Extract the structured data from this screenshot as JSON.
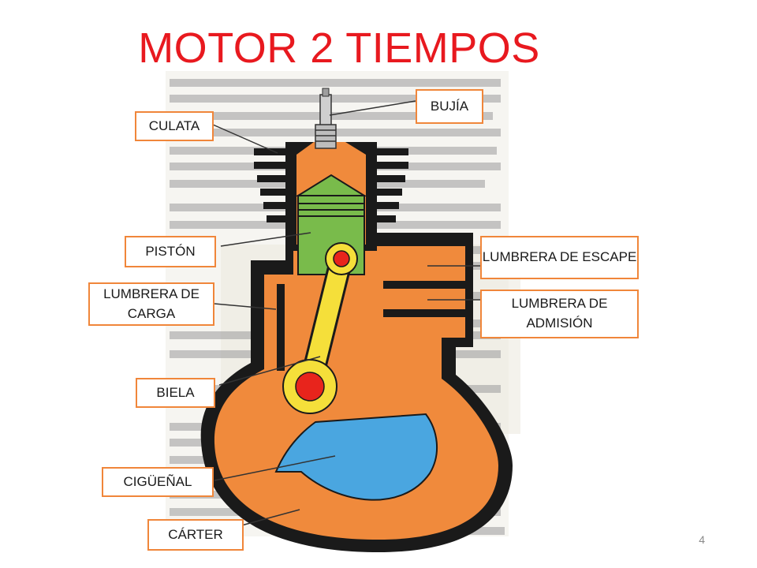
{
  "title": "MOTOR 2 TIEMPOS",
  "labels": {
    "bujia": "BUJÍA",
    "culata": "CULATA",
    "piston": "PISTÓN",
    "lumbrera_escape": "LUMBRERA DE ESCAPE",
    "lumbrera_carga": "LUMBRERA DE CARGA",
    "lumbrera_admision": "LUMBRERA DE ADMISIÓN",
    "biela": "BIELA",
    "ciguenal": "CIGÜEÑAL",
    "carter": "CÁRTER"
  },
  "page_number": "4",
  "colors": {
    "title": "#e8191f",
    "label_border": "#f0863a",
    "engine_body": "#f08a3c",
    "engine_outline": "#1a1a1a",
    "piston": "#79bb4b",
    "connecting_rod": "#f5df3a",
    "crankshaft_counterweight": "#4aa6e0",
    "crank_pin": "#e8241c"
  }
}
